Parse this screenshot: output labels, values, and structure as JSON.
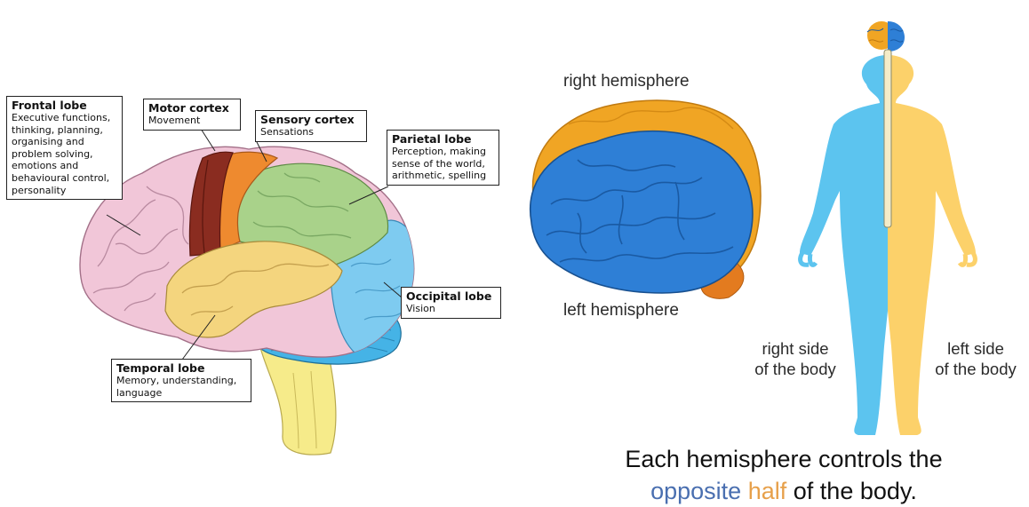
{
  "colors": {
    "frontal": "#f1c6d8",
    "motor": "#8a2c20",
    "sensory": "#ee8a2f",
    "parietal": "#a9d28a",
    "temporal": "#f4d57e",
    "occipital": "#7ecbf0",
    "cerebellum": "#45b3e6",
    "brainstem": "#f6eb8a",
    "right_hemisphere": "#f0a524",
    "left_hemisphere": "#2e7fd6",
    "body_right_side": "#5cc4ef",
    "body_left_side": "#fcd16a",
    "caption_opposite": "#4a6fb0",
    "caption_half": "#e7a04a"
  },
  "lobes": [
    {
      "title": "Frontal lobe",
      "description": [
        "Executive functions,",
        "thinking, planning,",
        "organising and",
        "problem solving,",
        "emotions and",
        "behavioural control,",
        "personality"
      ]
    },
    {
      "title": "Motor cortex",
      "description": [
        "Movement"
      ]
    },
    {
      "title": "Sensory cortex",
      "description": [
        "Sensations"
      ]
    },
    {
      "title": "Parietal lobe",
      "description": [
        "Perception, making",
        "sense of the world,",
        "arithmetic, spelling"
      ]
    },
    {
      "title": "Occipital lobe",
      "description": [
        "Vision"
      ]
    },
    {
      "title": "Temporal lobe",
      "description": [
        "Memory, understanding,",
        "language"
      ]
    }
  ],
  "hemispheres": {
    "right_label": "right hemisphere",
    "left_label": "left hemisphere"
  },
  "body": {
    "right_side_line1": "right side",
    "right_side_line2": "of the body",
    "left_side_line1": "left side",
    "left_side_line2": "of the body"
  },
  "caption": {
    "line1": "Each hemisphere controls the",
    "word_opposite": "opposite",
    "word_half": "half",
    "line2_rest": "of the body."
  }
}
